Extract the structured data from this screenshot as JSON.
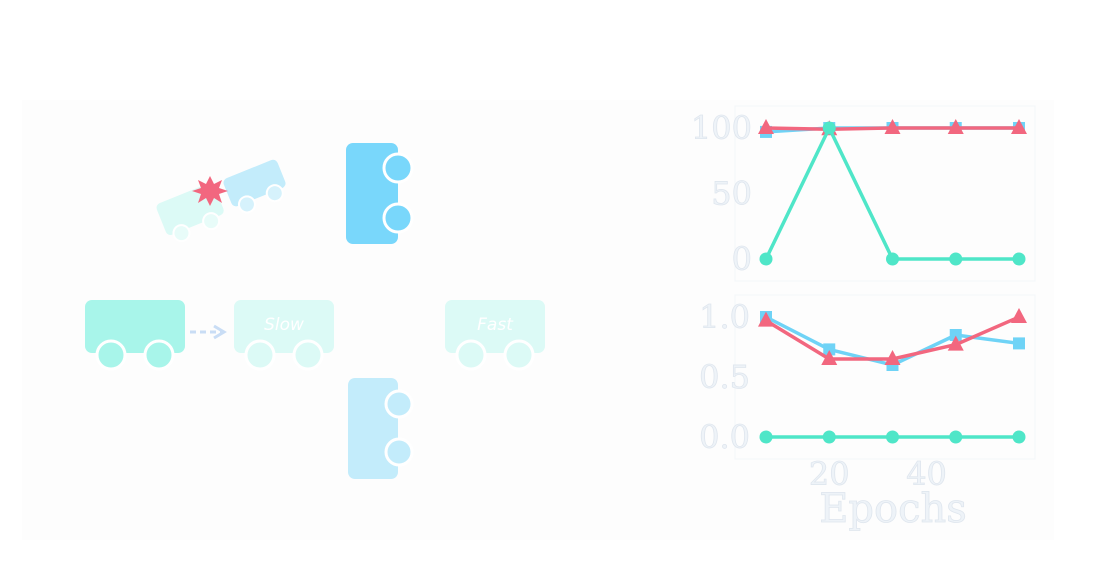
{
  "diagram": {
    "car_slow_label": "Slow",
    "car_fast_label": "Fast",
    "colors": {
      "mint": "#a8f5ea",
      "pale_mint": "#dcfaf6",
      "blue": "#79d7fb",
      "pale_blue": "#c3ecfb",
      "crash": "#f2677f",
      "arrow": "#c9ddf5"
    }
  },
  "chart_data": [
    {
      "type": "line",
      "title": "",
      "xlabel": "",
      "ylabel": "",
      "x": [
        7,
        20,
        33,
        46,
        59
      ],
      "ylim": [
        0,
        100
      ],
      "yticks": [
        "0",
        "50",
        "100"
      ],
      "series": [
        {
          "marker": "square",
          "color": "#6fd3f6",
          "values": [
            97,
            100,
            100,
            100,
            100
          ]
        },
        {
          "marker": "triangle",
          "color": "#f2677f",
          "values": [
            100,
            99,
            100,
            100,
            100
          ]
        },
        {
          "marker": "circle",
          "color": "#4fe6c8",
          "values": [
            0,
            100,
            0,
            0,
            0
          ]
        }
      ]
    },
    {
      "type": "line",
      "title": "",
      "xlabel": "Epochs",
      "ylabel": "",
      "x": [
        7,
        20,
        33,
        46,
        59
      ],
      "ylim": [
        0,
        1
      ],
      "yticks": [
        "0.0",
        "0.5",
        "1.0"
      ],
      "xticks": [
        "20",
        "40"
      ],
      "series": [
        {
          "marker": "square",
          "color": "#6fd3f6",
          "values": [
            1.0,
            0.73,
            0.6,
            0.85,
            0.78
          ]
        },
        {
          "marker": "triangle",
          "color": "#f2677f",
          "values": [
            0.97,
            0.65,
            0.65,
            0.77,
            1.0
          ]
        },
        {
          "marker": "circle",
          "color": "#4fe6c8",
          "values": [
            0,
            0,
            0,
            0,
            0
          ]
        }
      ]
    }
  ]
}
